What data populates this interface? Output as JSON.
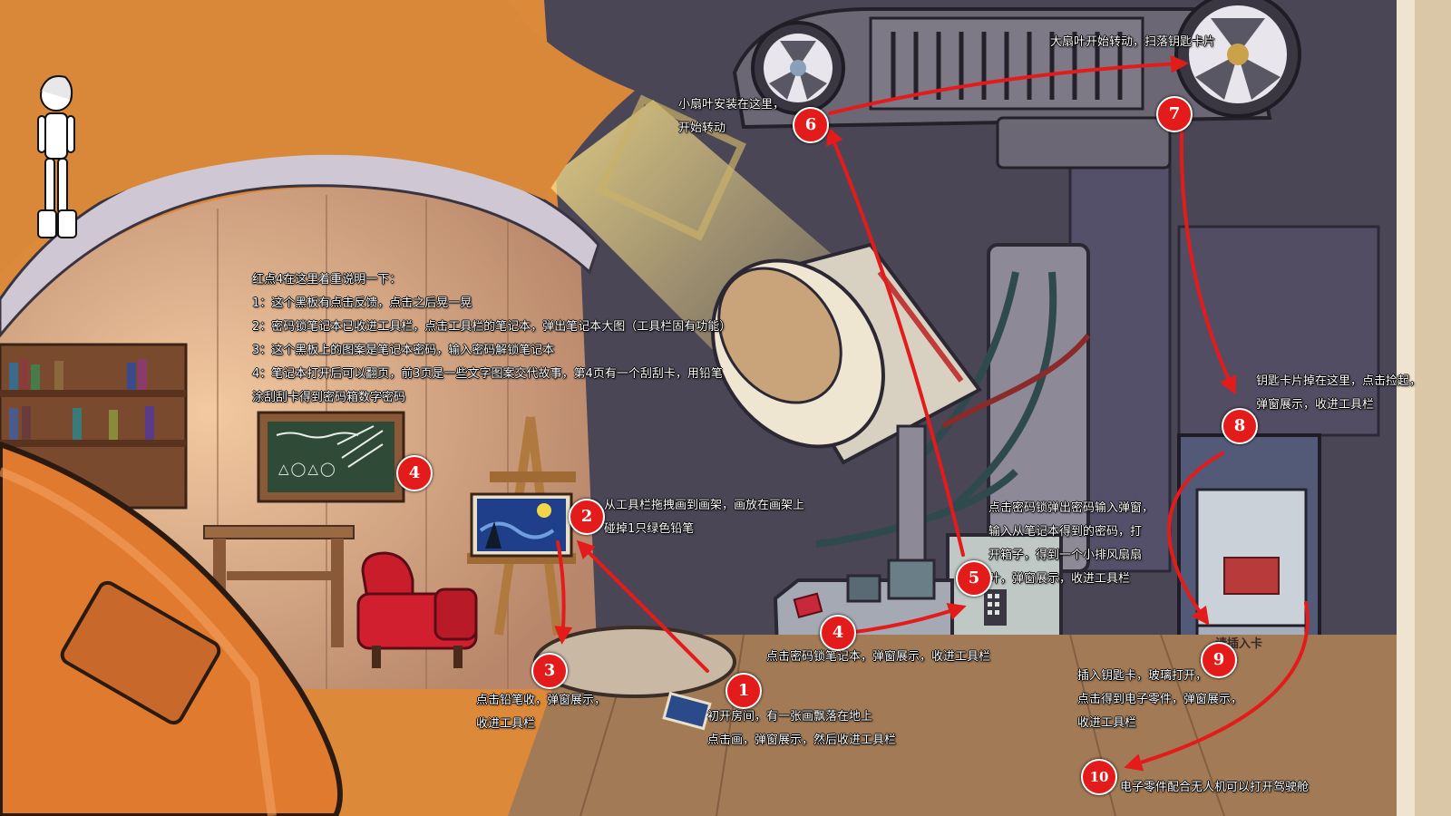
{
  "colors": {
    "arrow": "#e41b1b",
    "sky": "#dc8a3a",
    "wall": "#4a4656",
    "floor": "#a27a55",
    "hull": "#e07a2e"
  },
  "notes": {
    "red_point_4": [
      "红点4在这里着重说明一下：",
      "1：这个黑板有点击反馈，点击之后晃一晃",
      "2：密码锁笔记本已收进工具栏，点击工具栏的笔记本，弹出笔记本大图（工具栏固有功能）",
      "3：这个黑板上的图案是笔记本密码，输入密码解锁笔记本",
      "4：笔记本打开后可以翻页，前3页是一些文字图案交代故事，第4页有一个刮刮卡，用铅笔",
      "涂刮刮卡得到密码箱数字密码"
    ],
    "step1": [
      "初开房间，有一张画飘落在地上",
      "点击画，弹窗展示，然后收进工具栏"
    ],
    "step2": [
      "从工具栏拖拽画到画架，画放在画架上",
      "碰掉1只绿色铅笔"
    ],
    "step3": [
      "点击铅笔收，弹窗展示，",
      "收进工具栏"
    ],
    "step4": [
      "点击密码锁笔记本，弹窗展示，收进工具栏"
    ],
    "step5": [
      "点击密码锁弹出密码输入弹窗，",
      "输入从笔记本得到的密码，打",
      "开箱子，得到一个小排风扇扇",
      "叶，弹窗展示，收进工具栏"
    ],
    "step6": [
      "小扇叶安装在这里，",
      "开始转动"
    ],
    "step7": [
      "大扇叶开始转动，扫落钥匙卡片"
    ],
    "step8": [
      "钥匙卡片掉在这里，点击捡起，",
      "弹窗展示，收进工具栏"
    ],
    "step9": [
      "插入钥匙卡，玻璃打开，",
      "点击得到电子零件，弹窗展示，",
      "收进工具栏"
    ],
    "step10": [
      "电子零件配合无人机可以打开驾驶舱"
    ]
  },
  "markers": [
    "1",
    "2",
    "3",
    "4",
    "5",
    "6",
    "7",
    "8",
    "9",
    "10",
    "4"
  ],
  "blackboard": {
    "shapes": "△◯△◯"
  },
  "card_slot": {
    "label": "请插入卡"
  }
}
